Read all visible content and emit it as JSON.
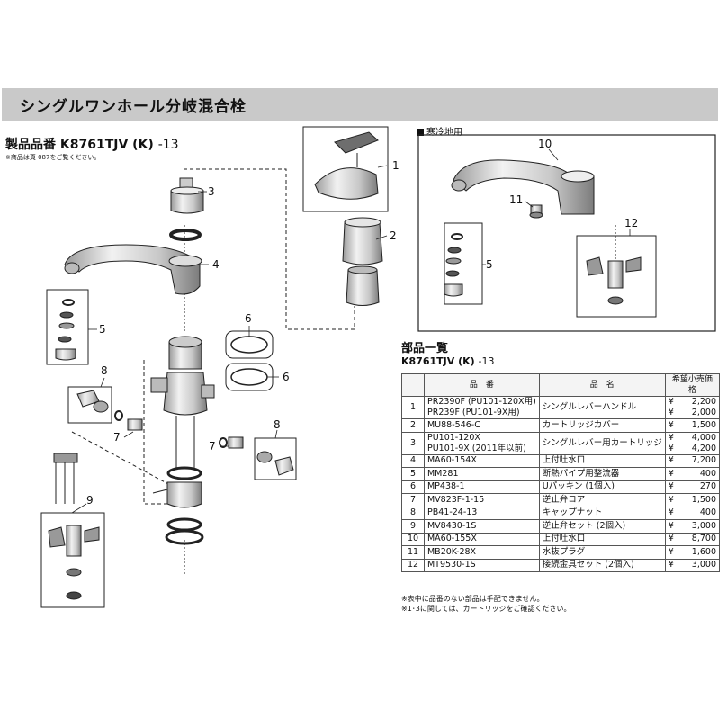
{
  "header": {
    "title": "シングルワンホール分岐混合栓"
  },
  "product": {
    "label": "製品品番",
    "code": "K8761TJV (K)",
    "suffix": "-13",
    "note": "※商品は頁 087をご覧ください。"
  },
  "cold_region": {
    "label": "寒冷地用"
  },
  "diagram": {
    "callouts": [
      "1",
      "2",
      "3",
      "4",
      "5",
      "6",
      "6",
      "7",
      "7",
      "8",
      "8",
      "9",
      "10",
      "11",
      "12",
      "5"
    ]
  },
  "parts": {
    "title": "部品一覧",
    "model": "K8761TJV (K)",
    "model_suffix": "-13",
    "columns": [
      "品　番",
      "品　名",
      "希望小売価格"
    ],
    "rows": [
      {
        "no": "1",
        "codes": [
          "PR2390F (PU101-120X用)",
          "PR239F (PU101-9X用)"
        ],
        "name": "シングルレバーハンドル",
        "prices": [
          {
            "yen": "¥",
            "amount": "2,200"
          },
          {
            "yen": "¥",
            "amount": "2,000"
          }
        ]
      },
      {
        "no": "2",
        "codes": [
          "MU88-546-C"
        ],
        "name": "カートリッジカバー",
        "prices": [
          {
            "yen": "¥",
            "amount": "1,500"
          }
        ]
      },
      {
        "no": "3",
        "codes": [
          "PU101-120X",
          "PU101-9X (2011年以前)"
        ],
        "name": "シングルレバー用カートリッジ",
        "prices": [
          {
            "yen": "¥",
            "amount": "4,000"
          },
          {
            "yen": "¥",
            "amount": "4,200"
          }
        ]
      },
      {
        "no": "4",
        "codes": [
          "MA60-154X"
        ],
        "name": "上付吐水口",
        "prices": [
          {
            "yen": "¥",
            "amount": "7,200"
          }
        ]
      },
      {
        "no": "5",
        "codes": [
          "MM281"
        ],
        "name": "断熱パイプ用整流器",
        "prices": [
          {
            "yen": "¥",
            "amount": "400"
          }
        ]
      },
      {
        "no": "6",
        "codes": [
          "MP438-1"
        ],
        "name": "Uパッキン (1個入)",
        "prices": [
          {
            "yen": "¥",
            "amount": "270"
          }
        ]
      },
      {
        "no": "7",
        "codes": [
          "MV823F-1-15"
        ],
        "name": "逆止弁コア",
        "prices": [
          {
            "yen": "¥",
            "amount": "1,500"
          }
        ]
      },
      {
        "no": "8",
        "codes": [
          "PB41-24-13"
        ],
        "name": "キャップナット",
        "prices": [
          {
            "yen": "¥",
            "amount": "400"
          }
        ]
      },
      {
        "no": "9",
        "codes": [
          "MV8430-1S"
        ],
        "name": "逆止弁セット (2個入)",
        "prices": [
          {
            "yen": "¥",
            "amount": "3,000"
          }
        ]
      },
      {
        "no": "10",
        "codes": [
          "MA60-155X"
        ],
        "name": "上付吐水口",
        "prices": [
          {
            "yen": "¥",
            "amount": "8,700"
          }
        ]
      },
      {
        "no": "11",
        "codes": [
          "MB20K-28X"
        ],
        "name": "水抜プラグ",
        "prices": [
          {
            "yen": "¥",
            "amount": "1,600"
          }
        ]
      },
      {
        "no": "12",
        "codes": [
          "MT9530-1S"
        ],
        "name": "接続金具セット (2個入)",
        "prices": [
          {
            "yen": "¥",
            "amount": "3,000"
          }
        ]
      }
    ],
    "footnotes": [
      "※表中に品番のない部品は手配できません。",
      "※1･3に関しては、カートリッジをご確認ください。"
    ]
  },
  "colors": {
    "title_bar": "#c9c9c9",
    "line": "#222222",
    "part_fill": "#d8d8d8"
  }
}
